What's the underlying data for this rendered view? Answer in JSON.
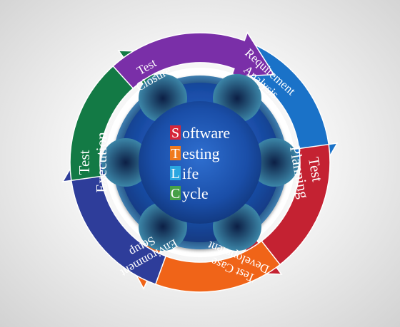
{
  "center": {
    "words": [
      {
        "letter": "S",
        "rest": "oftware",
        "color": "#d6263a"
      },
      {
        "letter": "T",
        "rest": "esting",
        "color": "#f07a1e"
      },
      {
        "letter": "L",
        "rest": "ife",
        "color": "#2aa6e0"
      },
      {
        "letter": "C",
        "rest": "ycle",
        "color": "#46a046"
      }
    ]
  },
  "stages": [
    {
      "lines": [
        "Requirement",
        "Analysis"
      ],
      "color": "#1a72c8"
    },
    {
      "lines": [
        "Test",
        "Planning"
      ],
      "color": "#c42232"
    },
    {
      "lines": [
        "Test Case",
        "Development"
      ],
      "color": "#f06418"
    },
    {
      "lines": [
        "Environment",
        "Setup"
      ],
      "color": "#2e3d9a"
    },
    {
      "lines": [
        "Test",
        "Execution"
      ],
      "color": "#137a45"
    },
    {
      "lines": [
        "Test",
        "Closure"
      ],
      "color": "#7a2fa8"
    }
  ]
}
